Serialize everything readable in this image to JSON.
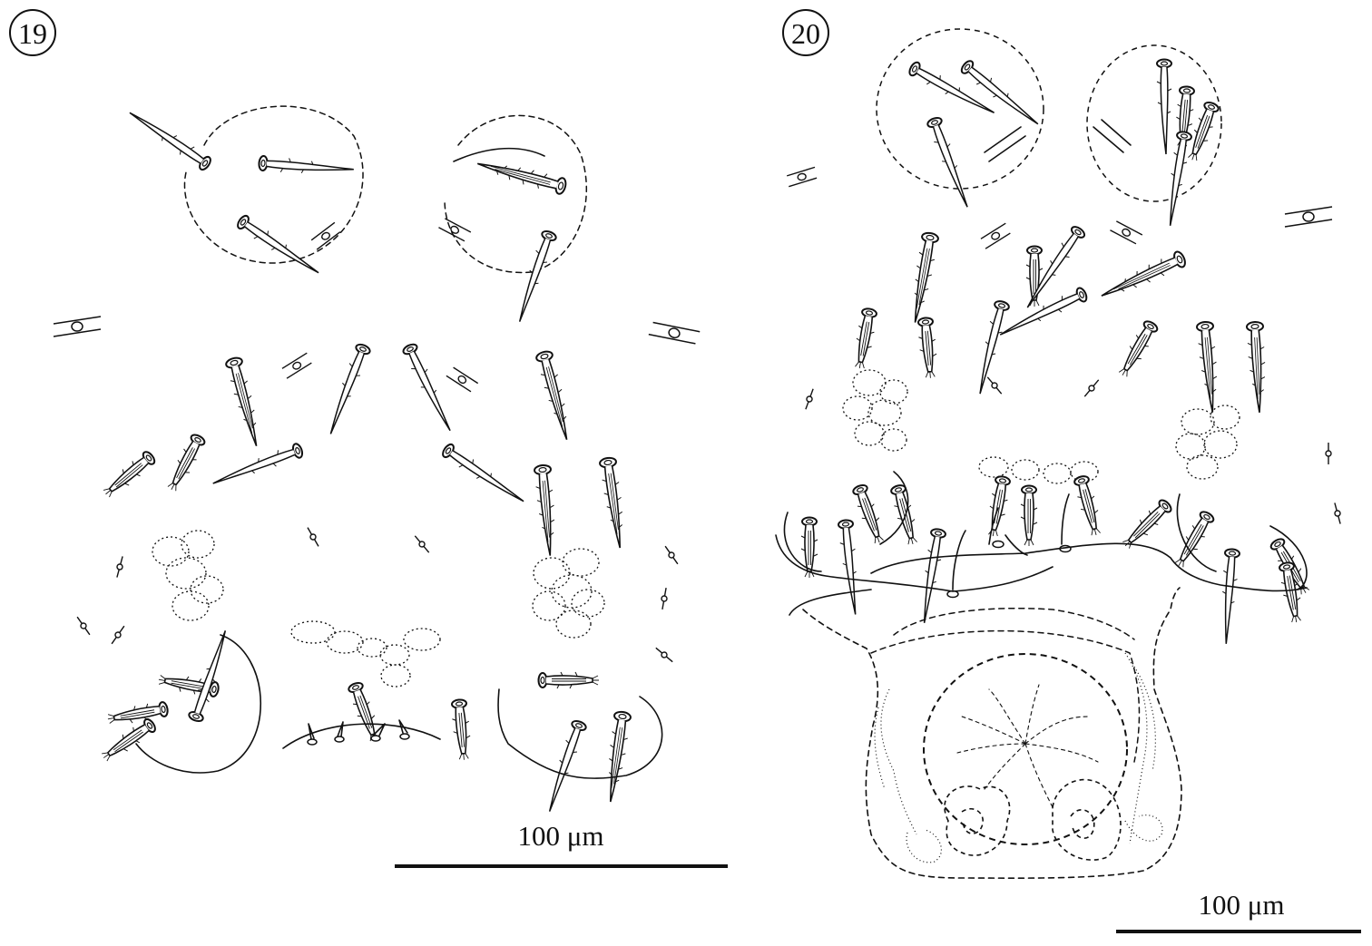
{
  "panels": [
    {
      "number": "19",
      "scale_label": "100 μm"
    },
    {
      "number": "20",
      "scale_label": "100 μm"
    }
  ],
  "colors": {
    "ink": "#111111",
    "background": "#ffffff"
  }
}
